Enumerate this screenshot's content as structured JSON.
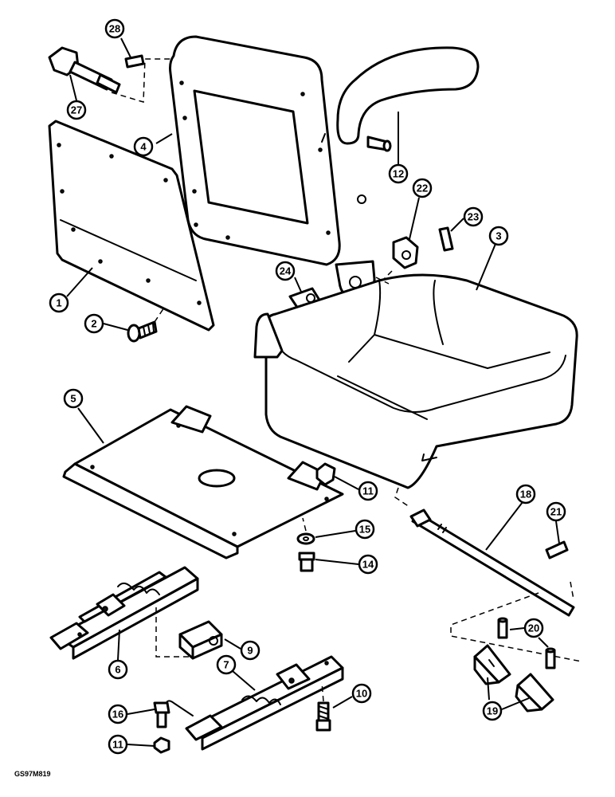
{
  "figure_code": "GS97M819",
  "callouts": {
    "c1": "1",
    "c2": "2",
    "c3": "3",
    "c4": "4",
    "c5": "5",
    "c6": "6",
    "c7": "7",
    "c9": "9",
    "c10": "10",
    "c11a": "11",
    "c11b": "11",
    "c12": "12",
    "c14": "14",
    "c15": "15",
    "c16": "16",
    "c18": "18",
    "c19": "19",
    "c20": "20",
    "c21": "21",
    "c22": "22",
    "c23": "23",
    "c24": "24",
    "c27": "27",
    "c28": "28"
  }
}
